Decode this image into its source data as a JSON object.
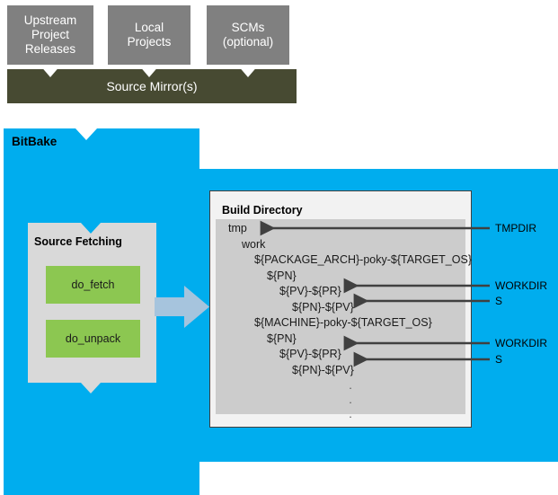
{
  "sources": {
    "boxes": [
      {
        "name": "upstream-project-releases",
        "label": "Upstream\nProject\nReleases"
      },
      {
        "name": "local-projects",
        "label": "Local\nProjects"
      },
      {
        "name": "scms-optional",
        "label": "SCMs\n(optional)"
      }
    ],
    "mirror_label": "Source Mirror(s)"
  },
  "bitbake": {
    "label": "BitBake",
    "source_fetching": {
      "title": "Source Fetching",
      "tasks": [
        {
          "name": "do-fetch",
          "label": "do_fetch"
        },
        {
          "name": "do-unpack",
          "label": "do_unpack"
        }
      ]
    }
  },
  "build_directory": {
    "title": "Build Directory",
    "tree": [
      {
        "indent": 0,
        "label": "tmp"
      },
      {
        "indent": 1,
        "label": "work"
      },
      {
        "indent": 2,
        "label": "${PACKAGE_ARCH}-poky-${TARGET_OS}"
      },
      {
        "indent": 3,
        "label": "${PN}"
      },
      {
        "indent": 4,
        "label": "${PV}-${PR}"
      },
      {
        "indent": 5,
        "label": "${PN}-${PV}"
      },
      {
        "indent": 2,
        "label": "${MACHINE}-poky-${TARGET_OS}"
      },
      {
        "indent": 3,
        "label": "${PN}"
      },
      {
        "indent": 4,
        "label": "${PV}-${PR}"
      },
      {
        "indent": 5,
        "label": "${PN}-${PV}"
      }
    ],
    "ellipsis": [
      ".",
      ".",
      "."
    ]
  },
  "side_labels": [
    {
      "name": "tmpdir-label",
      "label": "TMPDIR"
    },
    {
      "name": "workdir-label-1",
      "label": "WORKDIR"
    },
    {
      "name": "s-label-1",
      "label": "S"
    },
    {
      "name": "workdir-label-2",
      "label": "WORKDIR"
    },
    {
      "name": "s-label-2",
      "label": "S"
    }
  ],
  "colors": {
    "source_box": "#808080",
    "mirror_bar": "#474a32",
    "bitbake_blue": "#00adee",
    "panel_gray": "#d9d9d9",
    "tree_gray": "#cccccc",
    "task_green": "#8cc751",
    "flow_arrow": "#a6c4dd",
    "pointer_arrow": "#404040"
  }
}
